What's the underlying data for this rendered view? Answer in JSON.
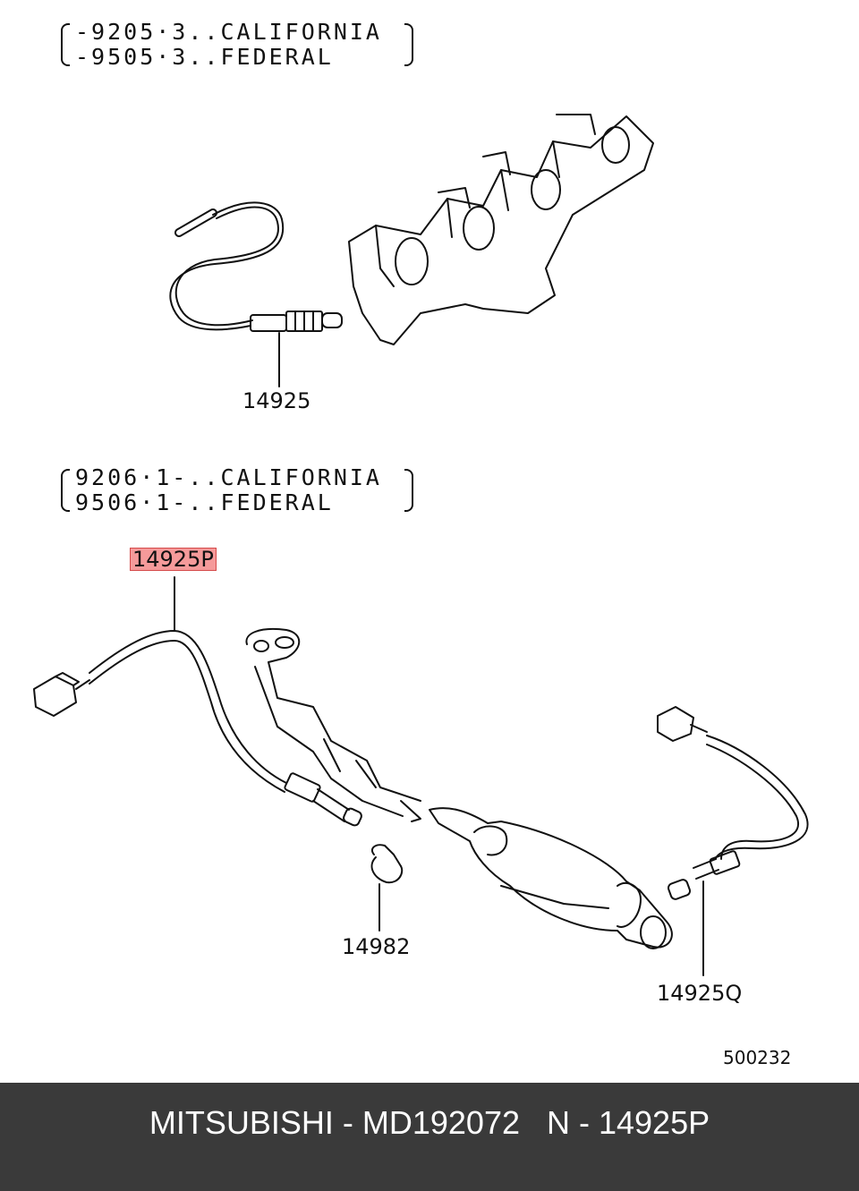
{
  "notes": {
    "top": {
      "line1": "-9205·3..CALIFORNIA",
      "line2": "-9505·3..FEDERAL"
    },
    "middle": {
      "line1": "9206·1-..CALIFORNIA",
      "line2": "9506·1-..FEDERAL"
    }
  },
  "labels": {
    "sensor_upper": "14925",
    "sensor_front": "14925P",
    "clamp": "14982",
    "sensor_rear": "14925Q"
  },
  "diagram_ref": "500232",
  "footer": {
    "text": "MITSUBISHI - MD192072   N - 14925P"
  },
  "colors": {
    "highlight_fill": "#f59a9a",
    "highlight_border": "#d54a4a",
    "footer_bg": "#3a3a3a"
  }
}
